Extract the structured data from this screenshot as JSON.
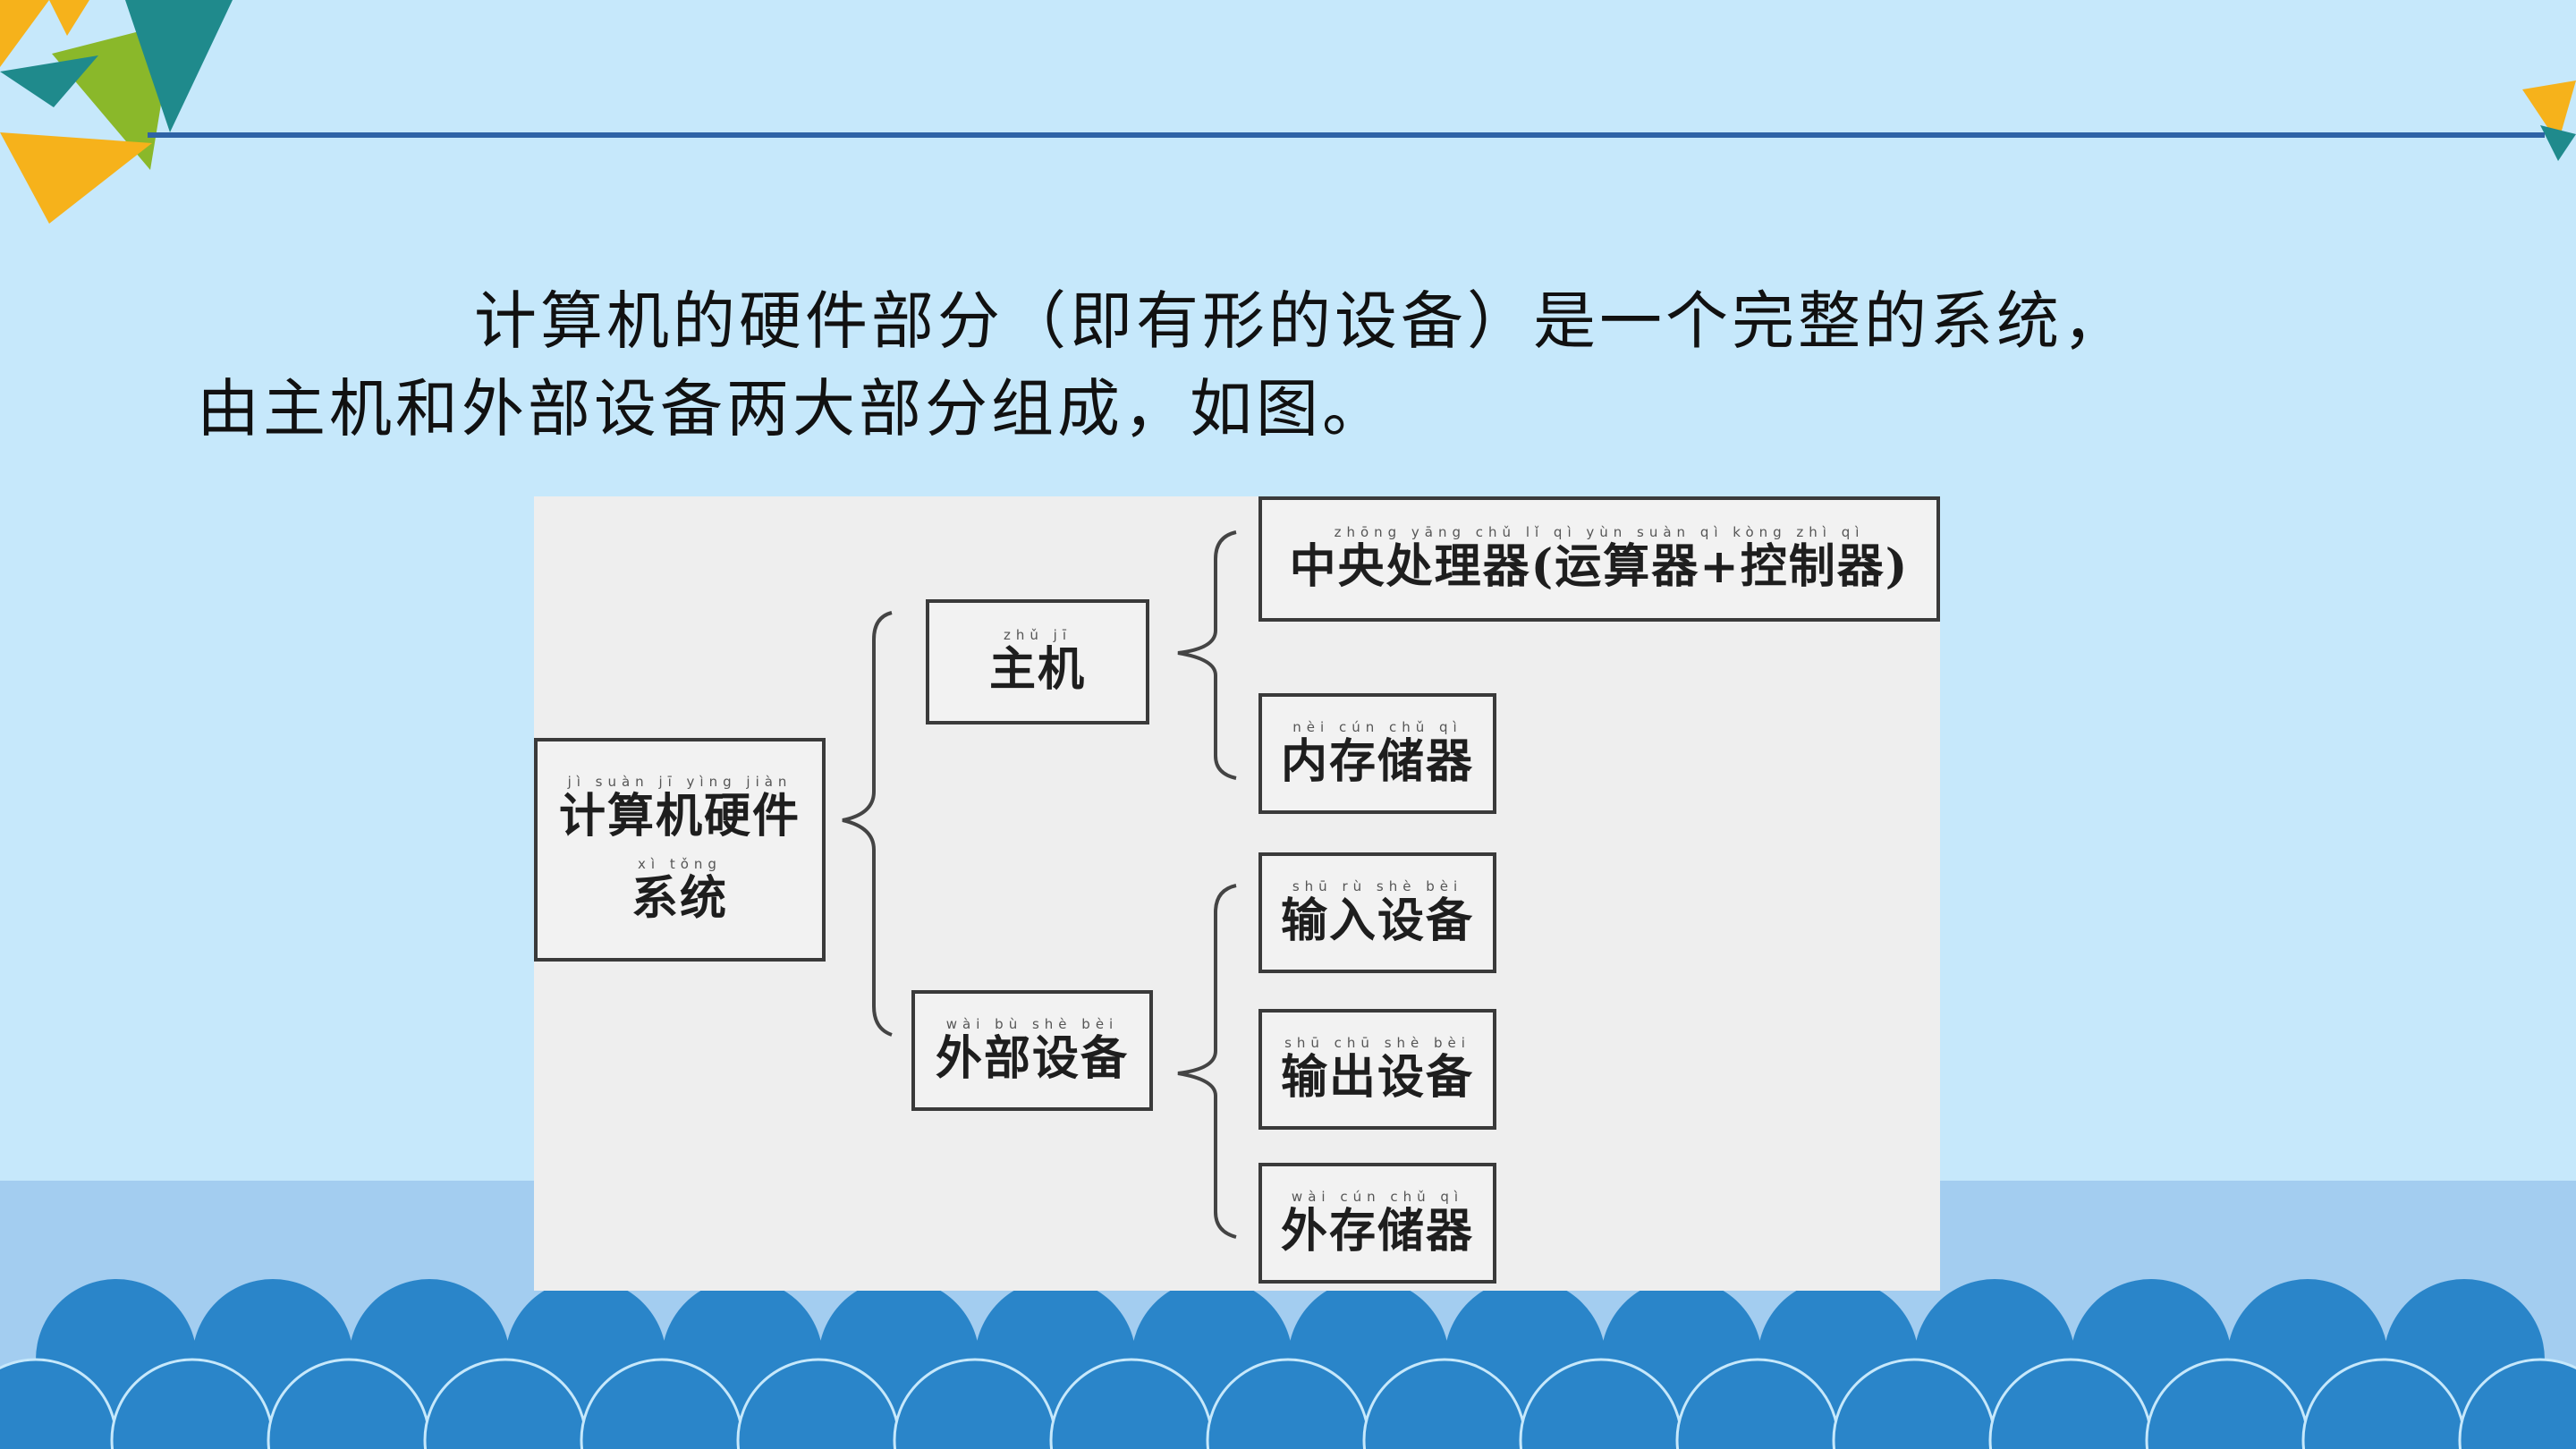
{
  "paragraph": {
    "line1": "计算机的硬件部分（即有形的设备）是一个完整的系统，",
    "line2": "由主机和外部设备两大部分组成，如图。"
  },
  "diagram": {
    "root": {
      "pinyin": "jì suàn jī yìng jiàn",
      "label": "计算机硬件",
      "pinyin2": "xì tǒng",
      "label2": "系统"
    },
    "host": {
      "pinyin": "zhǔ jī",
      "label": "主机"
    },
    "peripherals": {
      "pinyin": "wài bù shè bèi",
      "label": "外部设备"
    },
    "cpu": {
      "pinyin": "zhōng yāng chǔ lǐ qì   yùn suàn qì   kòng zhì qì",
      "label": "中央处理器(运算器+控制器)"
    },
    "memory": {
      "pinyin": "nèi cún chǔ qì",
      "label": "内存储器"
    },
    "input": {
      "pinyin": "shū rù shè bèi",
      "label": "输入设备"
    },
    "output": {
      "pinyin": "shū chū shè bèi",
      "label": "输出设备"
    },
    "storage": {
      "pinyin": "wài cún chǔ qì",
      "label": "外存储器"
    }
  },
  "colors": {
    "background": "#c6e8fb",
    "rule": "#2e63a6",
    "wave_dark": "#2a85c9",
    "wave_light": "#a3cdf0",
    "teal": "#1f8a8c",
    "green": "#8ab82a",
    "yellow": "#f6b21b"
  }
}
